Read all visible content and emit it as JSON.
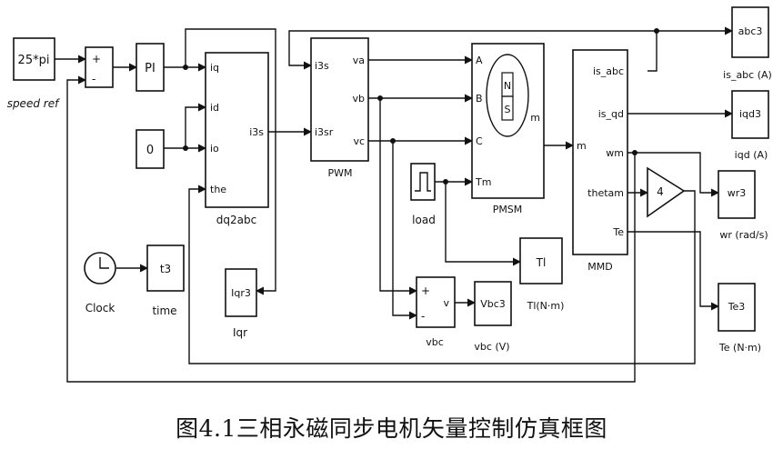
{
  "caption": "图4.1三相永磁同步电机矢量控制仿真框图",
  "blocks": {
    "speed_ref": {
      "content": "25*pi",
      "label": "speed ref"
    },
    "sum1": {
      "plus": "+",
      "minus": "-"
    },
    "pi": {
      "content": "PI"
    },
    "const0": {
      "content": "0"
    },
    "dq2abc": {
      "in_iq": "iq",
      "in_id": "id",
      "in_io": "io",
      "in_the": "the",
      "out_i3s": "i3s",
      "label": "dq2abc"
    },
    "pwm": {
      "in_i3s": "i3s",
      "in_i3sr": "i3sr",
      "out_va": "va",
      "out_vb": "vb",
      "out_vc": "vc",
      "label": "PWM"
    },
    "pmsm": {
      "in_a": "A",
      "in_b": "B",
      "in_c": "C",
      "in_tm": "Tm",
      "out_m": "m",
      "inner_top": "N",
      "inner_bottom": "S",
      "label": "PMSM"
    },
    "load": {
      "label": "load"
    },
    "mmd": {
      "out_isabc": "is_abc",
      "out_isqd": "is_qd",
      "out_wm": "wm",
      "out_thetam": "thetam",
      "out_te": "Te",
      "in_m": "m",
      "label": "MMD"
    },
    "gain": {
      "content": "4"
    },
    "clock": {
      "label": "Clock"
    },
    "time": {
      "content": "t3",
      "label": "time"
    },
    "iqr": {
      "content": "Iqr3",
      "label": "Iqr"
    },
    "vbc_sum": {
      "plus": "+",
      "minus": "-",
      "out": "v",
      "label": "vbc"
    },
    "vbc_scope": {
      "content": "Vbc3",
      "label": "vbc (V)"
    },
    "tl": {
      "content": "Tl",
      "label": "Tl(N·m)"
    },
    "abc3": {
      "content": "abc3",
      "label": "is_abc (A)"
    },
    "iqd3": {
      "content": "iqd3",
      "label": "iqd (A)"
    },
    "wr3": {
      "content": "wr3",
      "label": "wr (rad/s)"
    },
    "te3": {
      "content": "Te3",
      "label": "Te (N·m)"
    }
  }
}
